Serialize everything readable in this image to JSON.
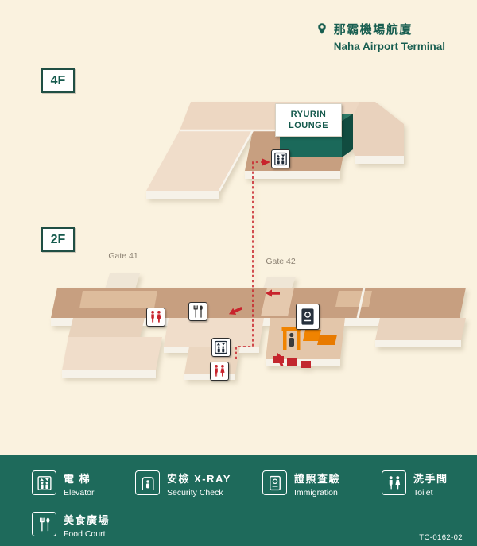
{
  "header": {
    "title_zh": "那霸機場航廈",
    "title_en": "Naha Airport Terminal"
  },
  "floors": {
    "f4_label": "4F",
    "f2_label": "2F"
  },
  "map": {
    "lounge_line1": "RYURIN",
    "lounge_line2": "LOUNGE",
    "gate41": "Gate 41",
    "gate42": "Gate 42"
  },
  "legend": {
    "items": [
      {
        "zh": "電 梯",
        "en": "Elevator"
      },
      {
        "zh": "安檢 X-RAY",
        "en": "Security Check"
      },
      {
        "zh": "證照查驗",
        "en": "Immigration"
      },
      {
        "zh": "洗手間",
        "en": "Toilet"
      },
      {
        "zh": "美食廣場",
        "en": "Food Court"
      }
    ]
  },
  "footer": {
    "code": "TC-0162-02"
  },
  "colors": {
    "green": "#1E6A5B",
    "dark_green_text": "#185E50",
    "red": "#C8232C",
    "orange": "#F08300",
    "cream": "#FAF2DF",
    "tan_dark": "#C79F80",
    "tan_light": "#F0DDCA"
  }
}
